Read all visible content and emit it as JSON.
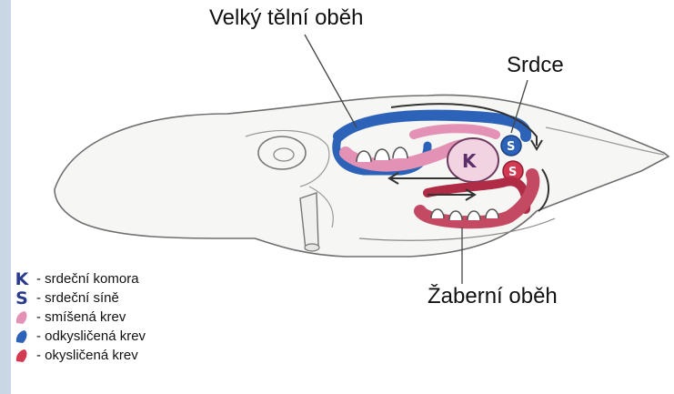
{
  "labels": {
    "systemic": "Velký tělní oběh",
    "heart": "Srdce",
    "gill": "Žaberní oběh"
  },
  "legend": [
    {
      "mark_type": "letter",
      "mark": "K",
      "color": "#2a3b8c",
      "text": "- srdeční komora"
    },
    {
      "mark_type": "letter",
      "mark": "S",
      "color": "#2a3b8c",
      "text": "- srdeční síně"
    },
    {
      "mark_type": "swatch",
      "mark": "",
      "color": "#e391b4",
      "text": "- smíšená krev"
    },
    {
      "mark_type": "swatch",
      "mark": "",
      "color": "#2c63b8",
      "text": "- odkysličená krev"
    },
    {
      "mark_type": "swatch",
      "mark": "",
      "color": "#d33a52",
      "text": "- okysličená krev"
    }
  ],
  "diagram_letters": {
    "ventricle": "K",
    "atrium_top": "S",
    "atrium_bottom": "S"
  },
  "colors": {
    "mixed_blood": "#e391b4",
    "deoxygenated_blood": "#2c63b8",
    "oxygenated_blood": "#d33a52",
    "outline": "#6e6e6e",
    "body_fill": "#f6f6f4",
    "sidebar": "#c9d6e3"
  }
}
